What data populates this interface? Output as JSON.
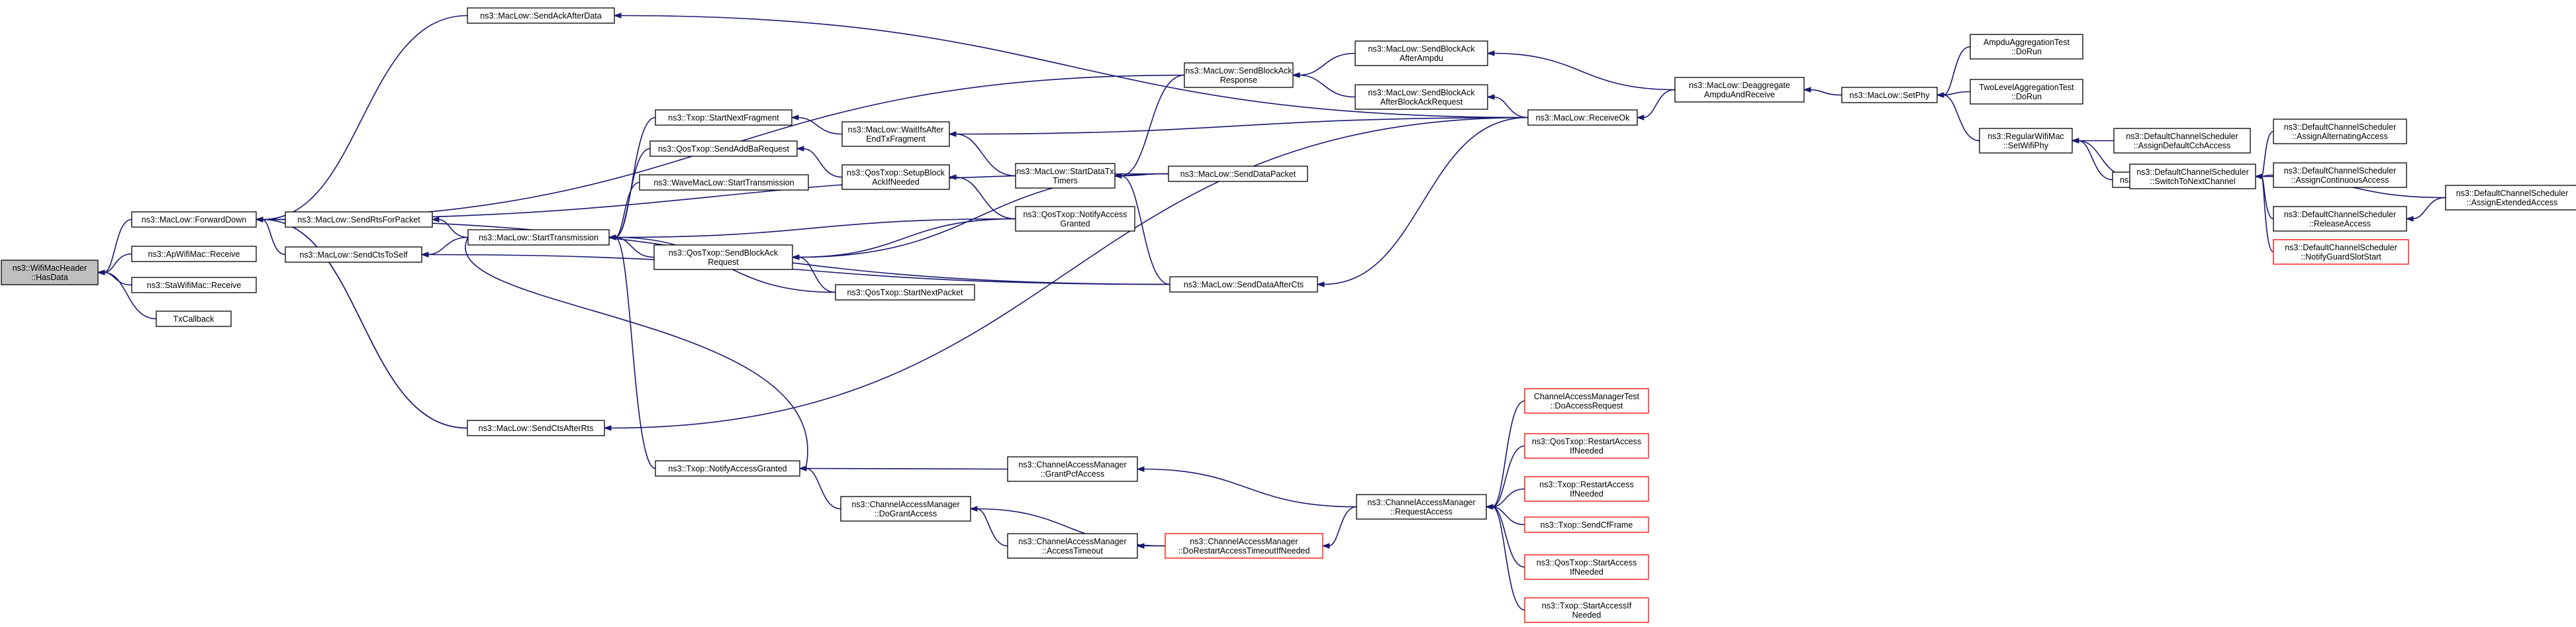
{
  "graph": {
    "title": "",
    "nodes": [
      {
        "id": "root",
        "lines": [
          "ns3::WifiMacHeader",
          "::HasData"
        ],
        "style": "root"
      },
      {
        "id": "fwd",
        "lines": [
          "ns3::MacLow::ForwardDown"
        ]
      },
      {
        "id": "apRecv",
        "lines": [
          "ns3::ApWifiMac::Receive"
        ]
      },
      {
        "id": "staRecv",
        "lines": [
          "ns3::StaWifiMac::Receive"
        ]
      },
      {
        "id": "txcb",
        "lines": [
          "TxCallback"
        ]
      },
      {
        "id": "ackAfterData",
        "lines": [
          "ns3::MacLow::SendAckAfterData"
        ]
      },
      {
        "id": "rtsForPacket",
        "lines": [
          "ns3::MacLow::SendRtsForPacket"
        ]
      },
      {
        "id": "ctsToSelf",
        "lines": [
          "ns3::MacLow::SendCtsToSelf"
        ]
      },
      {
        "id": "ctsAfterRts",
        "lines": [
          "ns3::MacLow::SendCtsAfterRts"
        ]
      },
      {
        "id": "startTx",
        "lines": [
          "ns3::MacLow::StartTransmission"
        ]
      },
      {
        "id": "txopNextFrag",
        "lines": [
          "ns3::Txop::StartNextFragment"
        ]
      },
      {
        "id": "qosAddBa",
        "lines": [
          "ns3::QosTxop::SendAddBaRequest"
        ]
      },
      {
        "id": "waveStartTx",
        "lines": [
          "ns3::WaveMacLow::StartTransmission"
        ]
      },
      {
        "id": "qosBlockAckReq",
        "lines": [
          "ns3::QosTxop::SendBlockAck",
          "Request"
        ]
      },
      {
        "id": "qosNextPkt",
        "lines": [
          "ns3::QosTxop::StartNextPacket"
        ]
      },
      {
        "id": "txopNotify",
        "lines": [
          "ns3::Txop::NotifyAccessGranted"
        ]
      },
      {
        "id": "waitIfs",
        "lines": [
          "ns3::MacLow::WaitIfsAfter",
          "EndTxFragment"
        ]
      },
      {
        "id": "setupBa",
        "lines": [
          "ns3::QosTxop::SetupBlock",
          "AckIfNeeded"
        ]
      },
      {
        "id": "startDataTimers",
        "lines": [
          "ns3::MacLow::StartDataTx",
          "Timers"
        ]
      },
      {
        "id": "qosNotify",
        "lines": [
          "ns3::QosTxop::NotifyAccess",
          "Granted"
        ]
      },
      {
        "id": "baResp",
        "lines": [
          "ns3::MacLow::SendBlockAck",
          "Response"
        ]
      },
      {
        "id": "sendDataPkt",
        "lines": [
          "ns3::MacLow::SendDataPacket"
        ]
      },
      {
        "id": "dataAfterCts",
        "lines": [
          "ns3::MacLow::SendDataAfterCts"
        ]
      },
      {
        "id": "baAfterAmpdu",
        "lines": [
          "ns3::MacLow::SendBlockAck",
          "AfterAmpdu"
        ]
      },
      {
        "id": "baAfterBaReq",
        "lines": [
          "ns3::MacLow::SendBlockAck",
          "AfterBlockAckRequest"
        ]
      },
      {
        "id": "receiveOk",
        "lines": [
          "ns3::MacLow::ReceiveOk"
        ]
      },
      {
        "id": "deagg",
        "lines": [
          "ns3::MacLow::Deaggregate",
          "AmpduAndReceive"
        ]
      },
      {
        "id": "setPhy",
        "lines": [
          "ns3::MacLow::SetPhy"
        ]
      },
      {
        "id": "ampduTest",
        "lines": [
          "AmpduAggregationTest",
          "::DoRun"
        ]
      },
      {
        "id": "twoLevelTest",
        "lines": [
          "TwoLevelAggregationTest",
          "::DoRun"
        ]
      },
      {
        "id": "regSetPhy",
        "lines": [
          "ns3::RegularWifiMac",
          "::SetWifiPhy"
        ]
      },
      {
        "id": "staSetPhy",
        "lines": [
          "ns3::StaWifiMac::SetWifiPhy"
        ]
      },
      {
        "id": "assignCch",
        "lines": [
          "ns3::DefaultChannelScheduler",
          "::AssignDefaultCchAccess"
        ]
      },
      {
        "id": "switchCh",
        "lines": [
          "ns3::DefaultChannelScheduler",
          "::SwitchToNextChannel"
        ]
      },
      {
        "id": "notifyGuard",
        "lines": [
          "ns3::DefaultChannelScheduler",
          "::NotifyGuardSlotStart"
        ],
        "style": "red"
      },
      {
        "id": "assignAlt",
        "lines": [
          "ns3::DefaultChannelScheduler",
          "::AssignAlternatingAccess"
        ]
      },
      {
        "id": "assignCont",
        "lines": [
          "ns3::DefaultChannelScheduler",
          "::AssignContinuousAccess"
        ]
      },
      {
        "id": "releaseAcc",
        "lines": [
          "ns3::DefaultChannelScheduler",
          "::ReleaseAccess"
        ]
      },
      {
        "id": "assignExt",
        "lines": [
          "ns3::DefaultChannelScheduler",
          "::AssignExtendedAccess"
        ]
      },
      {
        "id": "cmGrantPcf",
        "lines": [
          "ns3::ChannelAccessManager",
          "::GrantPcfAccess"
        ]
      },
      {
        "id": "cmDoGrant",
        "lines": [
          "ns3::ChannelAccessManager",
          "::DoGrantAccess"
        ]
      },
      {
        "id": "cmTimeout",
        "lines": [
          "ns3::ChannelAccessManager",
          "::AccessTimeout"
        ]
      },
      {
        "id": "cmDoRestart",
        "lines": [
          "ns3::ChannelAccessManager",
          "::DoRestartAccessTimeoutIfNeeded"
        ],
        "style": "red"
      },
      {
        "id": "cmRequest",
        "lines": [
          "ns3::ChannelAccessManager",
          "::RequestAccess"
        ]
      },
      {
        "id": "cmTest",
        "lines": [
          "ChannelAccessManagerTest",
          "::DoAccessRequest"
        ],
        "style": "red"
      },
      {
        "id": "qosRestart",
        "lines": [
          "ns3::QosTxop::RestartAccess",
          "IfNeeded"
        ],
        "style": "red"
      },
      {
        "id": "txopRestart",
        "lines": [
          "ns3::Txop::RestartAccess",
          "IfNeeded"
        ],
        "style": "red"
      },
      {
        "id": "txopCf",
        "lines": [
          "ns3::Txop::SendCfFrame"
        ],
        "style": "red"
      },
      {
        "id": "qosStartAcc",
        "lines": [
          "ns3::QosTxop::StartAccess",
          "IfNeeded"
        ],
        "style": "red"
      },
      {
        "id": "txopStartAcc",
        "lines": [
          "ns3::Txop::StartAccessIf",
          "Needed"
        ],
        "style": "red"
      }
    ]
  }
}
